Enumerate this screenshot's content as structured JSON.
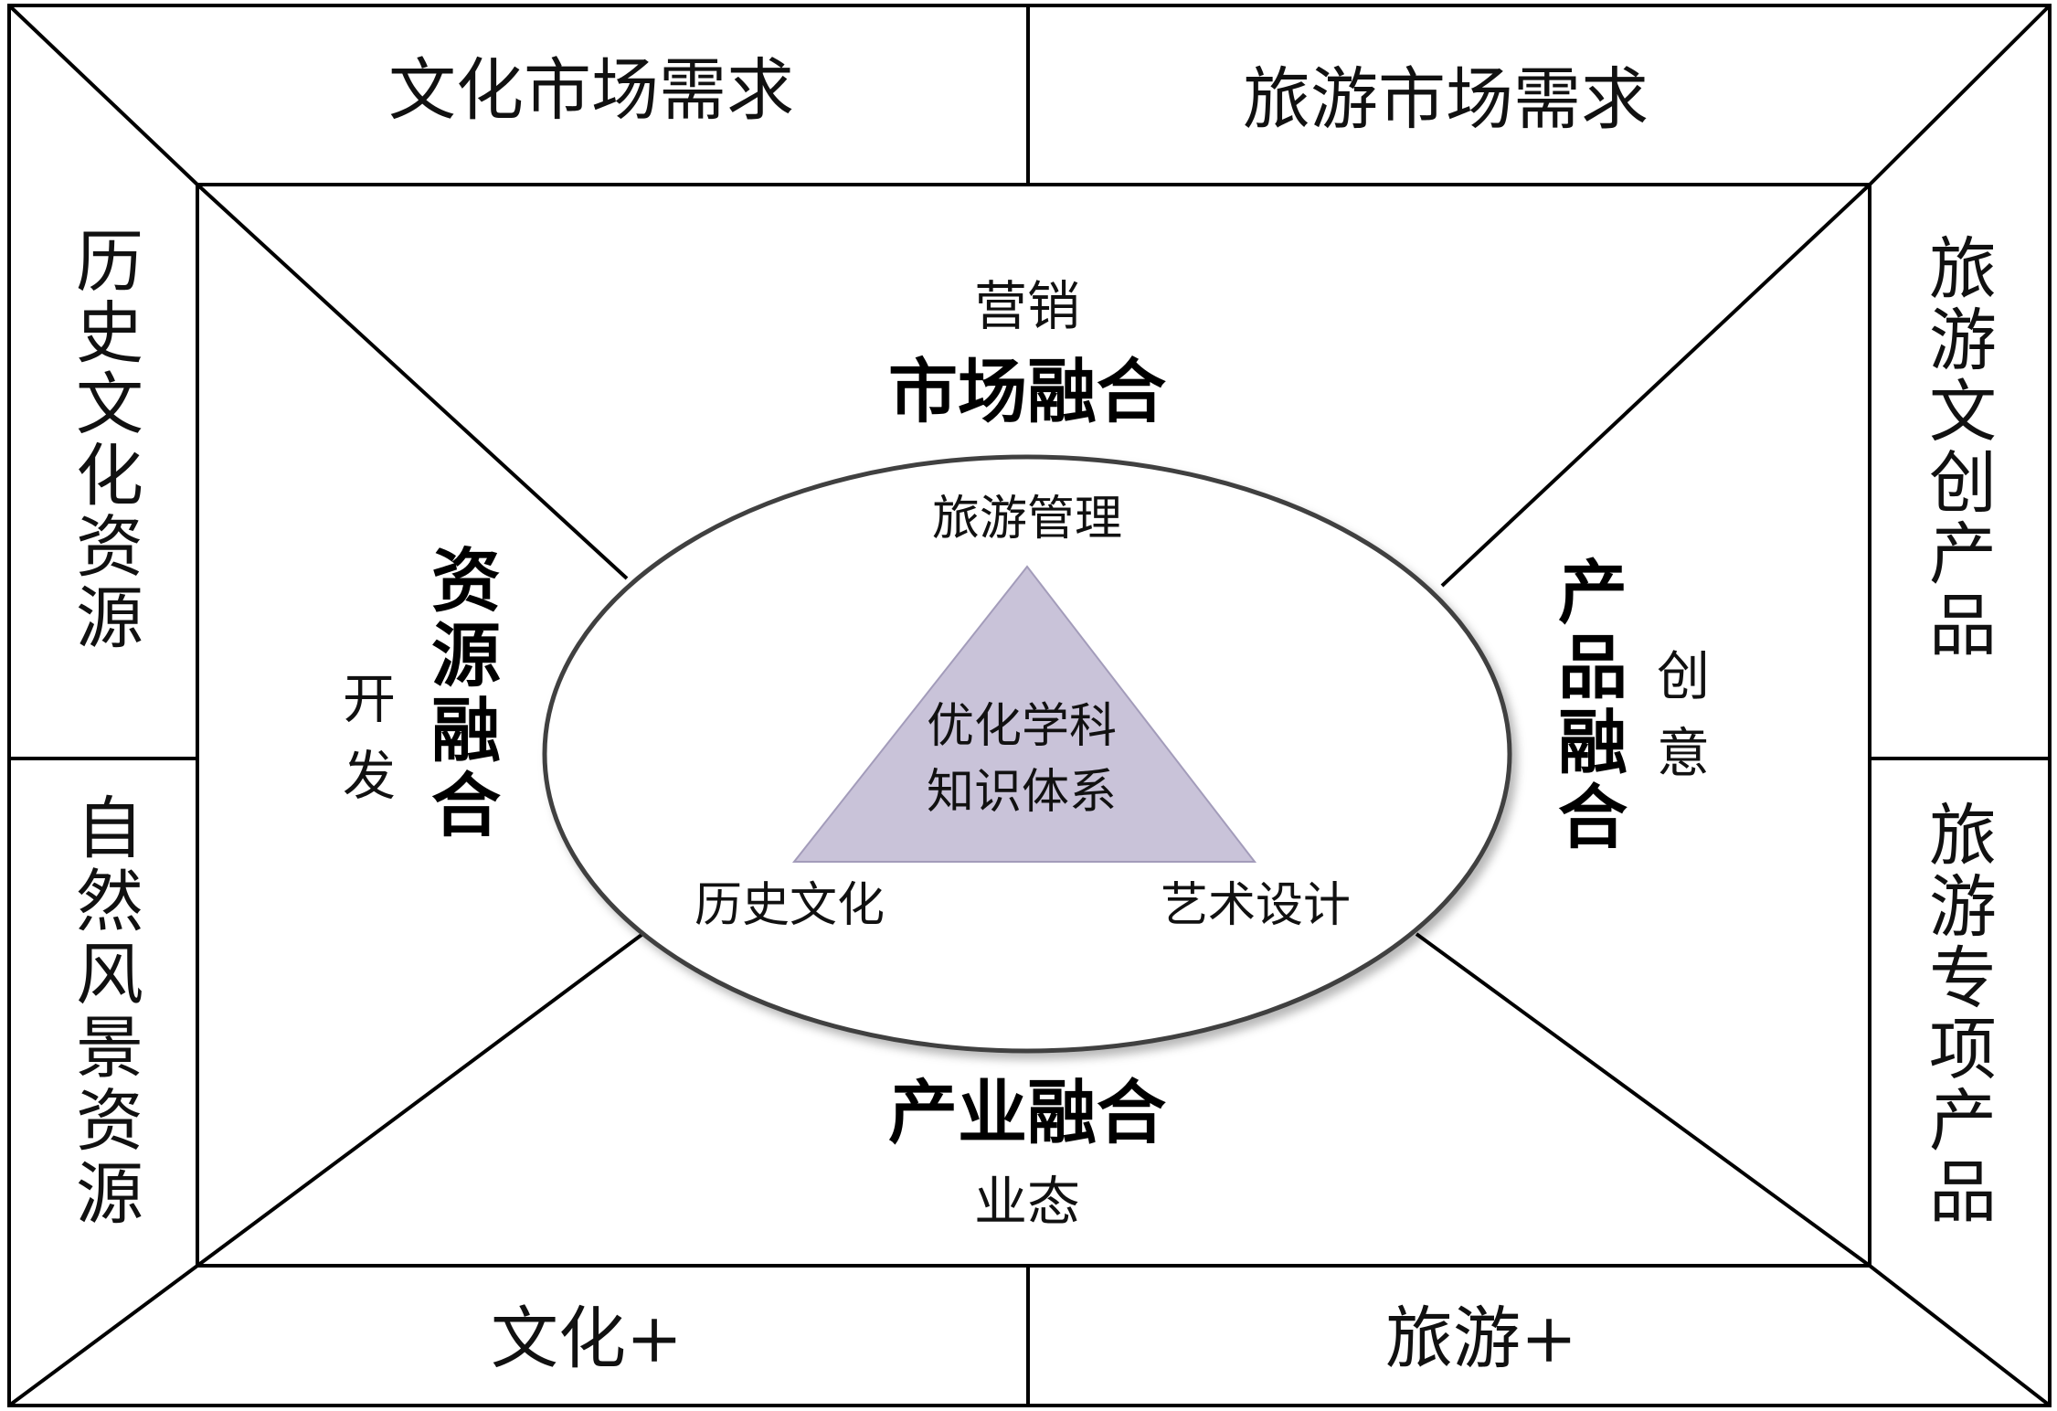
{
  "outer": {
    "top_left": "文化市场需求",
    "top_right": "旅游市场需求",
    "bottom_left": "文化+",
    "bottom_right": "旅游+",
    "left_top": "历史文化资源",
    "left_bottom": "自然风景资源",
    "right_top": "旅游文创产品",
    "right_bottom": "旅游专项产品"
  },
  "inner": {
    "top_small": "营销",
    "top_bold": "市场融合",
    "bottom_bold": "产业融合",
    "bottom_small": "业态",
    "left_bold": "资源融合",
    "left_small": "开发",
    "right_bold": "产品融合",
    "right_small": "创意"
  },
  "core": {
    "top_label": "旅游管理",
    "center_line1": "优化学科",
    "center_line2": "知识体系",
    "bottom_left_label": "历史文化",
    "bottom_right_label": "艺术设计"
  },
  "colors": {
    "triangle_fill": "#c9c3d9",
    "triangle_stroke": "#a39cba",
    "ellipse_stroke": "#404040"
  }
}
